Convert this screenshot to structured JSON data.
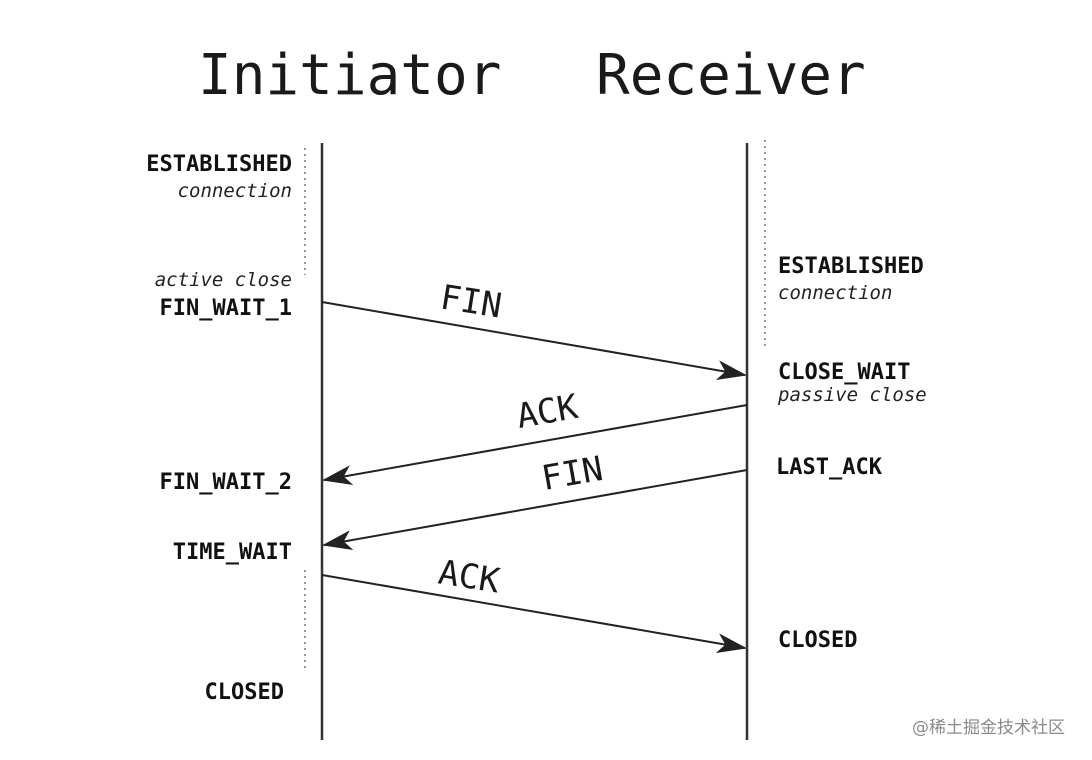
{
  "titles": {
    "initiator": "Initiator",
    "receiver": "Receiver"
  },
  "initiator_states": {
    "established": "ESTABLISHED",
    "established_note": "connection",
    "active_close_note": "active close",
    "fin_wait_1": "FIN_WAIT_1",
    "fin_wait_2": "FIN_WAIT_2",
    "time_wait": "TIME_WAIT",
    "closed": "CLOSED"
  },
  "receiver_states": {
    "established": "ESTABLISHED",
    "established_note": "connection",
    "close_wait": "CLOSE_WAIT",
    "passive_close_note": "passive close",
    "last_ack": "LAST_ACK",
    "closed": "CLOSED"
  },
  "messages": {
    "fin_1": "FIN",
    "ack_1": "ACK",
    "fin_2": "FIN",
    "ack_2": "ACK"
  },
  "watermark": "@稀土掘金技术社区",
  "colors": {
    "line": "#333333",
    "text": "#111111",
    "watermark": "#8a8a8a"
  }
}
